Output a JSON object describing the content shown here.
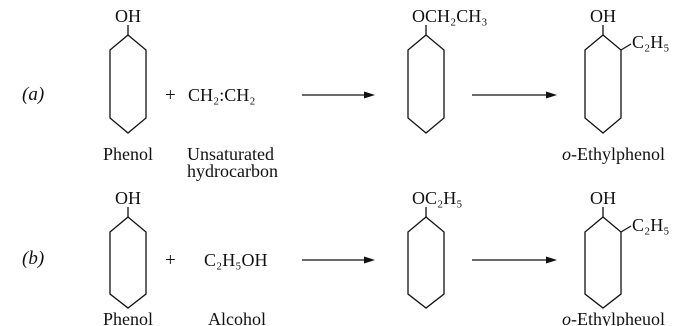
{
  "reaction_a": {
    "label": "(a)",
    "reactant1": {
      "substituent": "OH",
      "name": "Phenol"
    },
    "plus": "+",
    "reactant2": {
      "formula": "CH₂:CH₂",
      "name_line1": "Unsaturated",
      "name_line2": "hydrocarbon"
    },
    "intermediate": {
      "substituent": "OCH₂CH₃"
    },
    "product": {
      "substituent_top": "OH",
      "substituent_side": "C₂H₅",
      "name_prefix": "o",
      "name": "-Ethylphenol"
    }
  },
  "reaction_b": {
    "label": "(b)",
    "reactant1": {
      "substituent": "OH",
      "name": "Phenol"
    },
    "plus": "+",
    "reactant2": {
      "formula": "C₂H₅OH",
      "name": "Alcohol"
    },
    "intermediate": {
      "substituent": "OC₂H₅"
    },
    "product": {
      "substituent_top": "OH",
      "substituent_side": "C₂H₅",
      "name_prefix": "o",
      "name": "-Ethylpheuol"
    }
  }
}
